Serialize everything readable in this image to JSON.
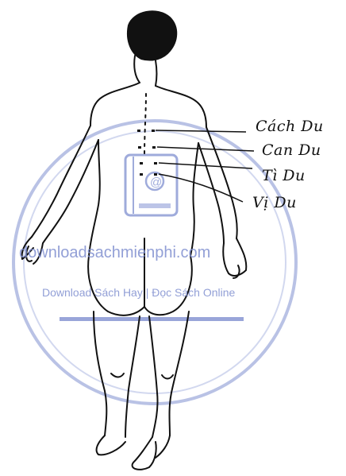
{
  "figure": {
    "labels": [
      {
        "id": "cach-du",
        "text": "Cách Du"
      },
      {
        "id": "can-du",
        "text": "Can Du"
      },
      {
        "id": "ti-du",
        "text": "Tì Du"
      },
      {
        "id": "vi-du",
        "text": "Vị Du"
      }
    ]
  },
  "watermark": {
    "site": "downloadsachmienphi.com",
    "tagline": "Download Sách Hay | Đọc Sách Online",
    "color": "#7f8fd0"
  },
  "colors": {
    "ink": "#111111",
    "watermark": "#7f8fd0"
  }
}
